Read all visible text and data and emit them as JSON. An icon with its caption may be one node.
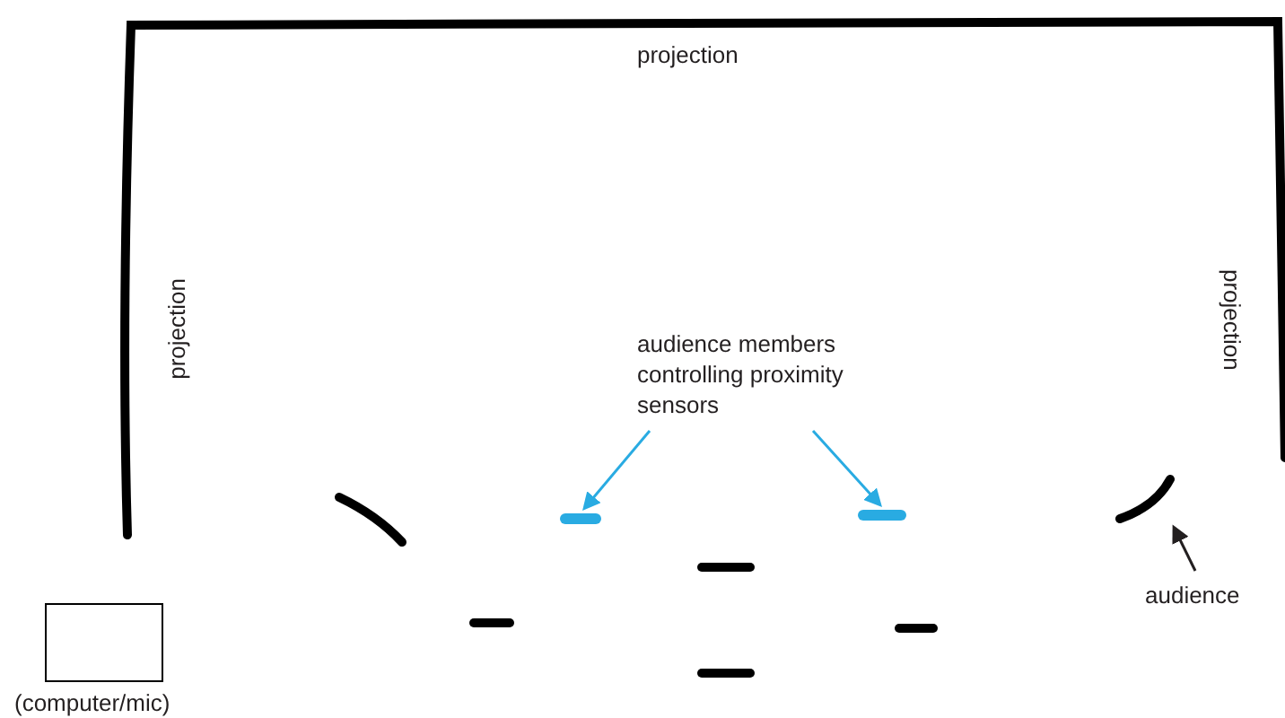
{
  "diagram": {
    "nodes": [
      {
        "text": [
          "audience members controlling proximity sensors"
        ]
      },
      {
        "text": [],
        "shape": "bar"
      },
      {
        "text": [],
        "shape": "bar"
      },
      {
        "text": [
          "audience"
        ]
      },
      {
        "text": [],
        "shape": "picture"
      },
      {
        "text": [],
        "shape": "box",
        "beside": [
          "(computer/mic)"
        ]
      }
    ],
    "edges": [
      {
        "from": 0,
        "to": 1,
        "arrow": "to"
      },
      {
        "from": 0,
        "to": 2,
        "arrow": "to"
      },
      {
        "from": 3,
        "to": 4,
        "arrow": "to",
        "color": "#231f20"
      }
    ],
    "labels": [
      "projection",
      "projection",
      "projection"
    ]
  }
}
